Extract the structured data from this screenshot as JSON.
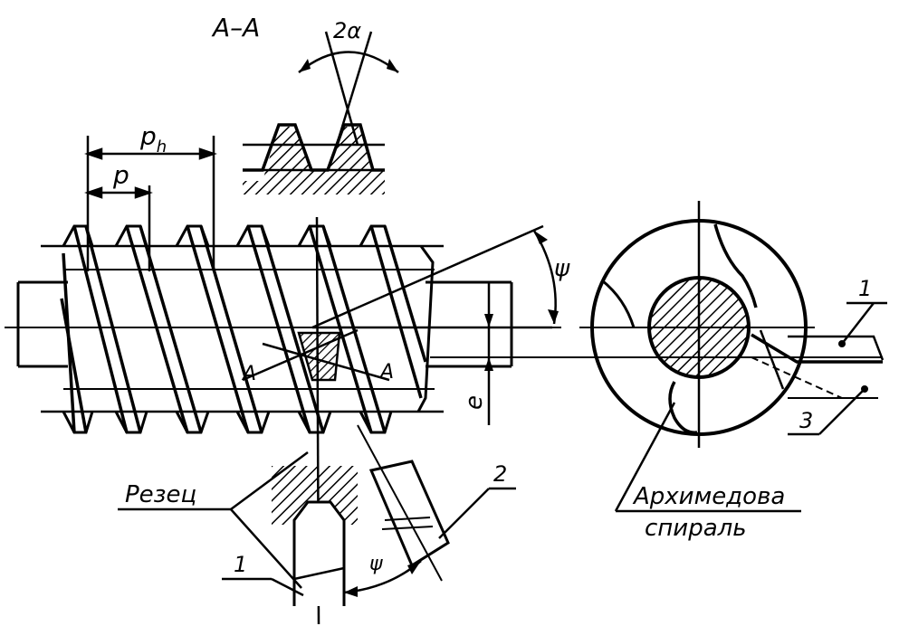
{
  "labels": {
    "section": "A–A",
    "angle_profile": "2α",
    "lead": "p",
    "lead_subscript": "h",
    "pitch": "p",
    "angle_psi": "ψ",
    "section_mark_left": "A",
    "section_mark_right": "A",
    "offset": "e",
    "cutter": "Резец",
    "callout_1_main": "1",
    "callout_1_inset": "1",
    "callout_2": "2",
    "callout_3": "3",
    "archimedes_line1": "Архимедова",
    "archimedes_line2": "спираль",
    "angle_psi_inset": "ψ"
  },
  "colors": {
    "ink": "#000000",
    "paper": "#ffffff"
  }
}
